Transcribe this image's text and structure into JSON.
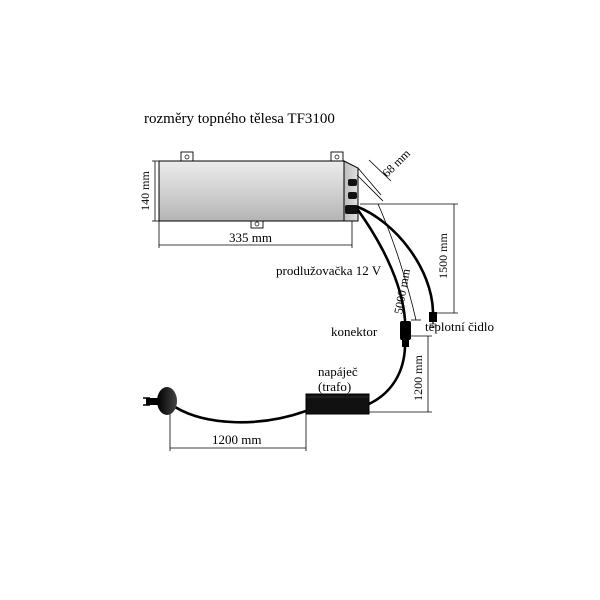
{
  "title": "rozměry topného tělesa TF3100",
  "dimensions": {
    "height": "140 mm",
    "width": "335 mm",
    "depth": "68 mm",
    "extension_length": "5000 mm",
    "sensor_length": "1500 mm",
    "adapter_to_connector": "1200 mm",
    "plug_to_adapter": "1200 mm"
  },
  "labels": {
    "extension": "prodlužovačka 12 V",
    "sensor": "teplotní čidlo",
    "connector": "konektor",
    "adapter_line1": "napáječ",
    "adapter_line2": "(trafo)"
  },
  "colors": {
    "line": "#000000",
    "heater_fill_top": "#dcdcdc",
    "heater_fill_bottom": "#b8b8b8",
    "adapter_fill": "#111111"
  }
}
